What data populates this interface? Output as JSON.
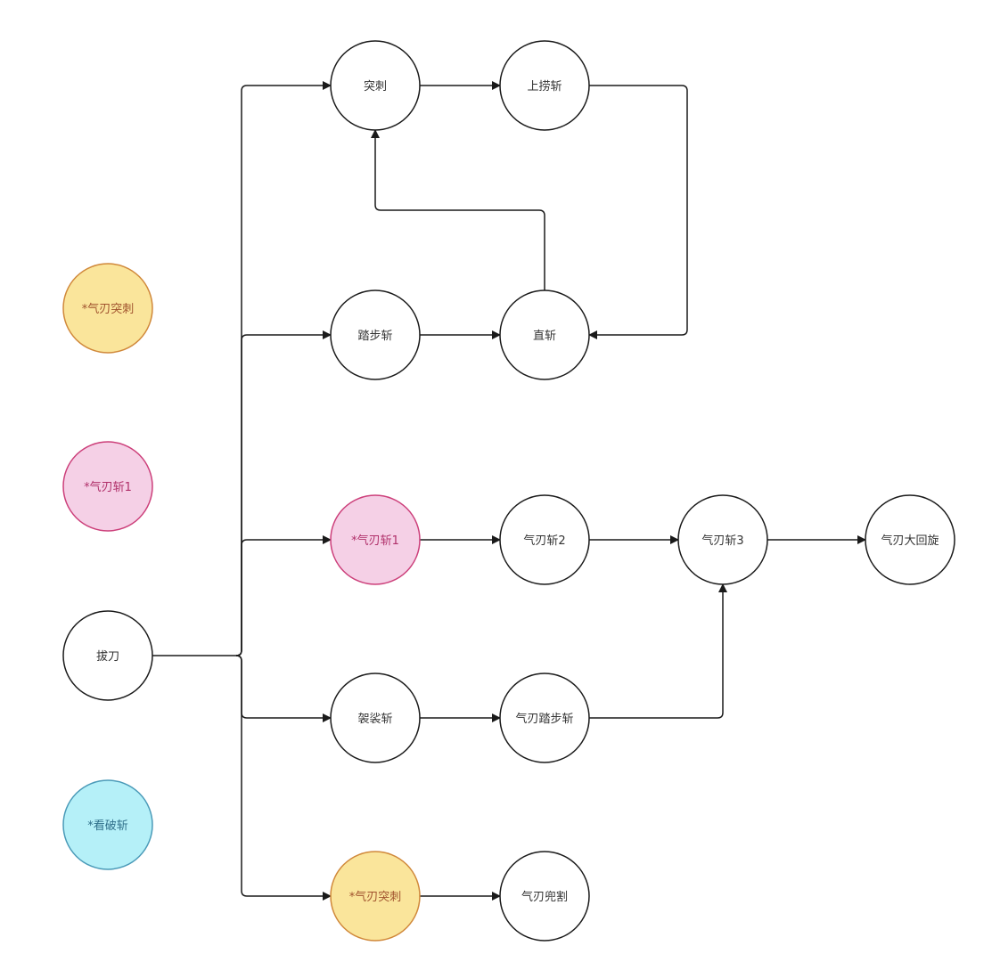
{
  "nodes": {
    "legend_qiren_tuci": {
      "label": "*气刃突刺",
      "style": "yellow"
    },
    "legend_qiren_zhan1": {
      "label": "*气刃斩1",
      "style": "pink"
    },
    "legend_kanpo_zhan": {
      "label": "*看破斩",
      "style": "cyan"
    },
    "badao": {
      "label": "拔刀",
      "style": "plain"
    },
    "tuci": {
      "label": "突刺",
      "style": "plain"
    },
    "shanglao_zhan": {
      "label": "上捞斩",
      "style": "plain"
    },
    "tabu_zhan": {
      "label": "踏步斩",
      "style": "plain"
    },
    "zhi_zhan": {
      "label": "直斩",
      "style": "plain"
    },
    "qiren_zhan1": {
      "label": "*气刃斩1",
      "style": "pink"
    },
    "qiren_zhan2": {
      "label": "气刃斩2",
      "style": "plain"
    },
    "qiren_zhan3": {
      "label": "气刃斩3",
      "style": "plain"
    },
    "qiren_dahuixuan": {
      "label": "气刃大回旋",
      "style": "plain"
    },
    "jiasha_zhan": {
      "label": "袈裟斩",
      "style": "plain"
    },
    "qiren_tabu_zhan": {
      "label": "气刃踏步斩",
      "style": "plain"
    },
    "qiren_tuci": {
      "label": "*气刃突刺",
      "style": "yellow"
    },
    "qiren_douge": {
      "label": "气刃兜割",
      "style": "plain"
    }
  },
  "edges": [
    {
      "from": "badao",
      "to": "tuci"
    },
    {
      "from": "badao",
      "to": "tabu_zhan"
    },
    {
      "from": "badao",
      "to": "qiren_zhan1"
    },
    {
      "from": "badao",
      "to": "jiasha_zhan"
    },
    {
      "from": "badao",
      "to": "qiren_tuci"
    },
    {
      "from": "tuci",
      "to": "shanglao_zhan"
    },
    {
      "from": "shanglao_zhan",
      "to": "zhi_zhan"
    },
    {
      "from": "zhi_zhan",
      "to": "tuci"
    },
    {
      "from": "tabu_zhan",
      "to": "zhi_zhan"
    },
    {
      "from": "qiren_zhan1",
      "to": "qiren_zhan2"
    },
    {
      "from": "qiren_zhan2",
      "to": "qiren_zhan3"
    },
    {
      "from": "qiren_zhan3",
      "to": "qiren_dahuixuan"
    },
    {
      "from": "jiasha_zhan",
      "to": "qiren_tabu_zhan"
    },
    {
      "from": "qiren_tabu_zhan",
      "to": "qiren_zhan3"
    },
    {
      "from": "qiren_tuci",
      "to": "qiren_douge"
    }
  ],
  "styles": {
    "plain": {
      "fill": "#ffffff",
      "stroke": "#1a1a1a",
      "text": "#333333"
    },
    "yellow": {
      "fill": "#fae59b",
      "stroke": "#d0883a",
      "text": "#a0522d"
    },
    "pink": {
      "fill": "#f5d0e6",
      "stroke": "#cc3f7a",
      "text": "#b0306a"
    },
    "cyan": {
      "fill": "#b5f0f8",
      "stroke": "#4a9ab8",
      "text": "#2f6f8a"
    }
  }
}
